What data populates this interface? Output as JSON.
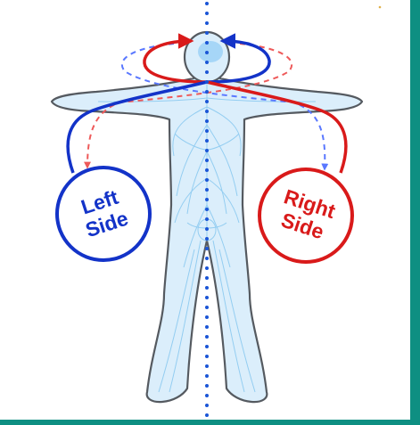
{
  "colors": {
    "frame": "#0e8f82",
    "left": "#1333c8",
    "right": "#d91a1a",
    "left_dashed": "#5a78ff",
    "right_dashed": "#ee5a5a",
    "body_fill": "#dbeefb",
    "body_outline": "#555a60",
    "nerve": "#8ccaf0",
    "midline": "#1a55d6"
  },
  "left_circle": {
    "line1": "Left",
    "line2": "Side"
  },
  "right_circle": {
    "line1": "Right",
    "line2": "Side"
  }
}
